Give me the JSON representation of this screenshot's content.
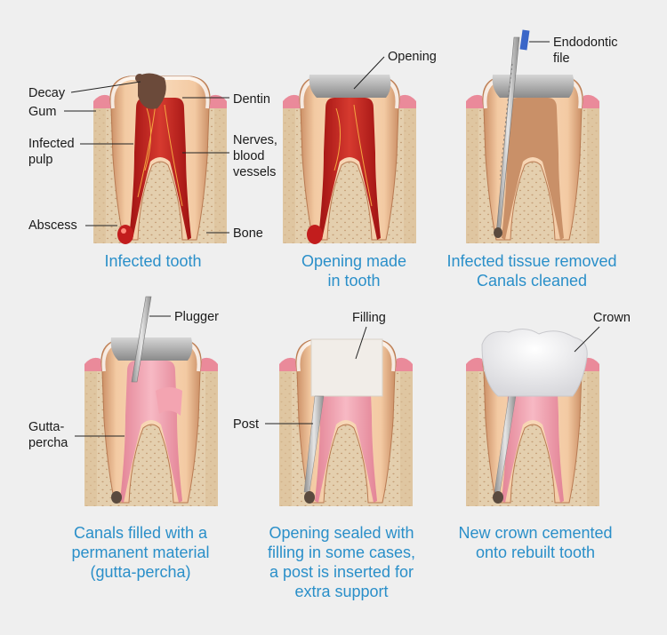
{
  "colors": {
    "background": "#efefef",
    "caption": "#2a8fc9",
    "gum": "#ea8a9a",
    "bone": "#e4cfae",
    "bone_dots": "#c49e76",
    "dentin": "#e9b48c",
    "enamel": "#ffffff",
    "pulp_infected": "#c21d1d",
    "gutta_percha": "#ef9aa8",
    "cap_gray": "#9a9a9a",
    "decay": "#6b4a3a",
    "filling": "#f1ede8",
    "post": "#c8c8c8",
    "instrument": "#b9b9b9",
    "file_handle": "#3a66c8"
  },
  "panels": [
    {
      "id": "p1",
      "caption": [
        "Infected tooth"
      ],
      "labels": {
        "decay": "Decay",
        "gum": "Gum",
        "infected_pulp": [
          "Infected",
          "pulp"
        ],
        "abscess": "Abscess",
        "dentin": "Dentin",
        "nerves": [
          "Nerves,",
          "blood",
          "vessels"
        ],
        "bone": "Bone"
      }
    },
    {
      "id": "p2",
      "caption": [
        "Opening made",
        "in tooth"
      ],
      "labels": {
        "opening": "Opening"
      }
    },
    {
      "id": "p3",
      "caption": [
        "Infected tissue removed",
        "Canals cleaned"
      ],
      "labels": {
        "file": [
          "Endodontic",
          "file"
        ]
      }
    },
    {
      "id": "p4",
      "caption": [
        "Canals filled with a",
        "permanent material",
        "(gutta-percha)"
      ],
      "labels": {
        "plugger": "Plugger",
        "gutta": [
          "Gutta-",
          "percha"
        ]
      }
    },
    {
      "id": "p5",
      "caption": [
        "Opening sealed with",
        "filling in some cases,",
        "a post is inserted for",
        "extra support"
      ],
      "labels": {
        "filling": "Filling",
        "post": "Post"
      }
    },
    {
      "id": "p6",
      "caption": [
        "New crown cemented",
        "onto rebuilt tooth"
      ],
      "labels": {
        "crown": "Crown"
      }
    }
  ]
}
